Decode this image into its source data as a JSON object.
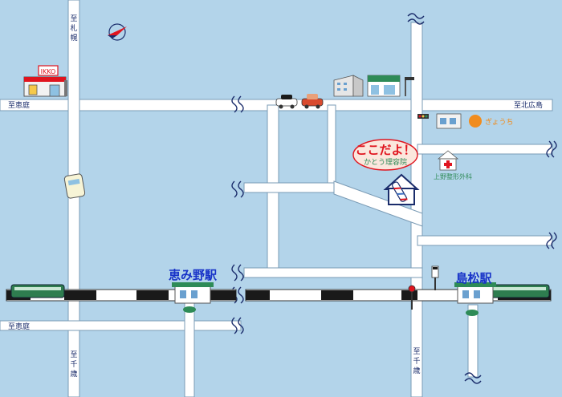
{
  "colors": {
    "background": "#b3d4ea",
    "road": "#ffffff",
    "road_edge": "#7a9bb5",
    "rail_black": "#1a1a1a",
    "station_label": "#1833c8",
    "highlight_red": "#e0141e",
    "salon_blue": "#3a6fc2",
    "label_navy": "#1a2c6b"
  },
  "direction_labels": {
    "north_west_road": "至札幌",
    "west_upper": "至恵庭",
    "east_upper": "至北広島",
    "west_lower": "至恵庭",
    "south_west_road": "至千歳",
    "south_east_road": "至千歳"
  },
  "stations": {
    "megumino": "恵み野駅",
    "shimamatsu": "島松駅"
  },
  "destination": {
    "title": "ここだよ！",
    "name": "かとう理容院"
  },
  "landmarks": {
    "ikko_sign": "IKKO",
    "hospital": "上野整形外科",
    "shop_sign": "ぎょうち"
  },
  "icons": [
    "compass-north-icon",
    "gas-station-icon",
    "apartment-building-icon",
    "convenience-store-icon",
    "police-car-icon",
    "red-car-icon",
    "traffic-light-icon",
    "train-icon",
    "barber-pole-icon",
    "hospital-cross-icon",
    "railroad-crossing-icon",
    "bus-icon"
  ]
}
